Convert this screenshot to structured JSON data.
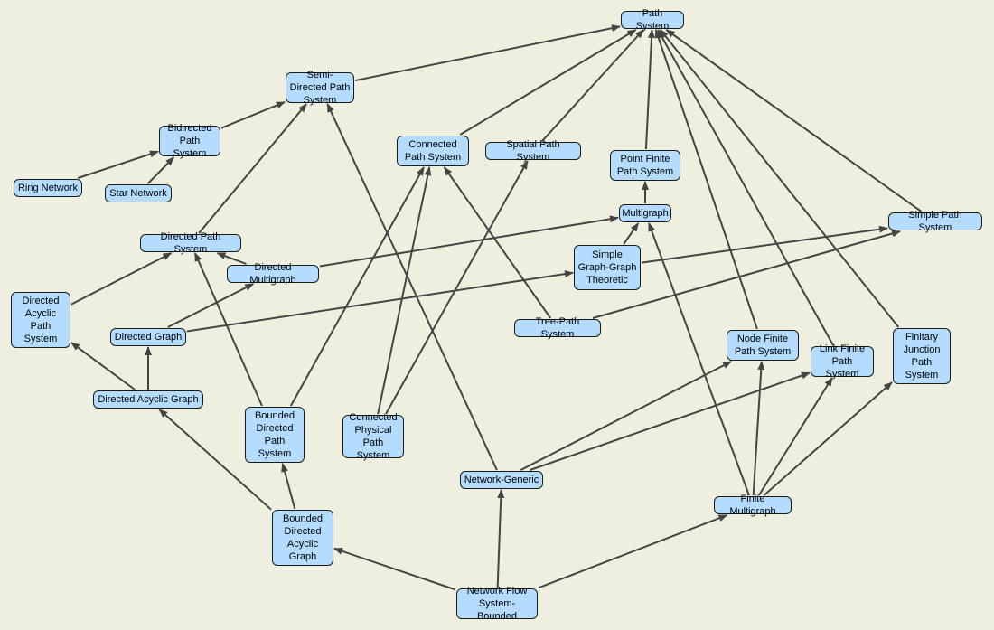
{
  "diagram": {
    "nodes": [
      {
        "id": "path",
        "label": "Path System"
      },
      {
        "id": "semi",
        "label": "Semi-Directed Path System"
      },
      {
        "id": "bidir",
        "label": "Bidirected Path System"
      },
      {
        "id": "ring",
        "label": "Ring Network"
      },
      {
        "id": "star",
        "label": "Star Network"
      },
      {
        "id": "connected",
        "label": "Connected Path System"
      },
      {
        "id": "spatial",
        "label": "Spatial Path System"
      },
      {
        "id": "pointfinite",
        "label": "Point Finite Path System"
      },
      {
        "id": "multigraph",
        "label": "Multigraph"
      },
      {
        "id": "simplepath",
        "label": "Simple Path System"
      },
      {
        "id": "dirpath",
        "label": "Directed Path System"
      },
      {
        "id": "dirmulti",
        "label": "Directed Multigraph"
      },
      {
        "id": "simplegraph",
        "label": "Simple Graph-Graph Theoretic"
      },
      {
        "id": "dagps",
        "label": "Directed Acyclic Path System"
      },
      {
        "id": "dirgraph",
        "label": "Directed Graph"
      },
      {
        "id": "tree",
        "label": "Tree-Path System"
      },
      {
        "id": "nodefinite",
        "label": "Node Finite Path System"
      },
      {
        "id": "linkfinite",
        "label": "Link Finite Path System"
      },
      {
        "id": "finitary",
        "label": "Finitary Junction Path System"
      },
      {
        "id": "dag",
        "label": "Directed Acyclic Graph"
      },
      {
        "id": "bdps",
        "label": "Bounded Directed Path System"
      },
      {
        "id": "cpps",
        "label": "Connected Physical Path System"
      },
      {
        "id": "netgen",
        "label": "Network-Generic"
      },
      {
        "id": "finmulti",
        "label": "Finite Multigraph"
      },
      {
        "id": "bdag",
        "label": "Bounded Directed Acyclic Graph"
      },
      {
        "id": "nfsb",
        "label": "Network Flow System-Bounded"
      }
    ],
    "edges": [
      [
        "semi",
        "path"
      ],
      [
        "bidir",
        "semi"
      ],
      [
        "ring",
        "bidir"
      ],
      [
        "star",
        "bidir"
      ],
      [
        "connected",
        "path"
      ],
      [
        "spatial",
        "path"
      ],
      [
        "pointfinite",
        "path"
      ],
      [
        "multigraph",
        "pointfinite"
      ],
      [
        "simplepath",
        "path"
      ],
      [
        "nodefinite",
        "path"
      ],
      [
        "linkfinite",
        "path"
      ],
      [
        "finitary",
        "path"
      ],
      [
        "dirpath",
        "semi"
      ],
      [
        "netgen",
        "semi"
      ],
      [
        "dirmulti",
        "dirpath"
      ],
      [
        "dirmulti",
        "multigraph"
      ],
      [
        "simplegraph",
        "multigraph"
      ],
      [
        "simplegraph",
        "simplepath"
      ],
      [
        "dirgraph",
        "simplegraph"
      ],
      [
        "dirgraph",
        "dirmulti"
      ],
      [
        "tree",
        "simplepath"
      ],
      [
        "tree",
        "connected"
      ],
      [
        "dagps",
        "dirpath"
      ],
      [
        "dag",
        "dirgraph"
      ],
      [
        "dag",
        "dagps"
      ],
      [
        "bdps",
        "dirpath"
      ],
      [
        "bdps",
        "connected"
      ],
      [
        "bdag",
        "bdps"
      ],
      [
        "bdag",
        "dag"
      ],
      [
        "nfsb",
        "bdag"
      ],
      [
        "nfsb",
        "netgen"
      ],
      [
        "nfsb",
        "finmulti"
      ],
      [
        "cpps",
        "connected"
      ],
      [
        "cpps",
        "spatial"
      ],
      [
        "netgen",
        "nodefinite"
      ],
      [
        "netgen",
        "linkfinite"
      ],
      [
        "finmulti",
        "multigraph"
      ],
      [
        "finmulti",
        "nodefinite"
      ],
      [
        "finmulti",
        "linkfinite"
      ],
      [
        "finmulti",
        "finitary"
      ]
    ],
    "colors": {
      "node_fill": "#b3dcff",
      "edge": "#444444",
      "background": "#efefdf"
    }
  }
}
